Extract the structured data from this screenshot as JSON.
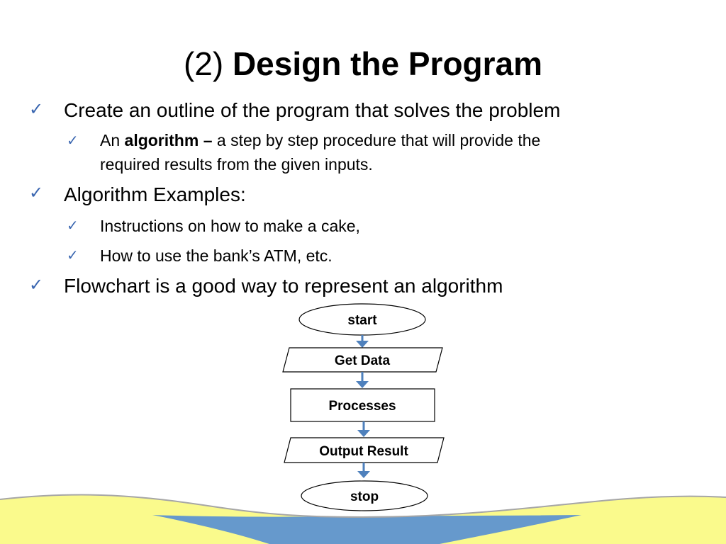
{
  "slide": {
    "title_prefix": "(2) ",
    "title_bold": "Design the Program"
  },
  "bullets": {
    "item1": "Create an outline of the program that solves the problem",
    "item1_sub1_prefix": "An ",
    "item1_sub1_bold": "algorithm –",
    "item1_sub1_rest": " a step by step procedure that will provide the",
    "item1_sub1_line2": "required results from the given inputs.",
    "item2": "Algorithm Examples:",
    "item2_sub1": "Instructions on how to make a cake,",
    "item2_sub2": "How to use the bank’s ATM, etc.",
    "item3": "Flowchart is a good way to represent an algorithm",
    "check_icon": "✓"
  },
  "flowchart": {
    "start": "start",
    "get_data": "Get Data",
    "processes": "Processes",
    "output_result": "Output Result",
    "stop": "stop"
  },
  "colors": {
    "check": "#3a66b0",
    "arrow": "#4f81bd",
    "wave_yellow": "#fafa8c",
    "wave_blue": "#6699cc",
    "wave_line": "#a6a6a6"
  }
}
